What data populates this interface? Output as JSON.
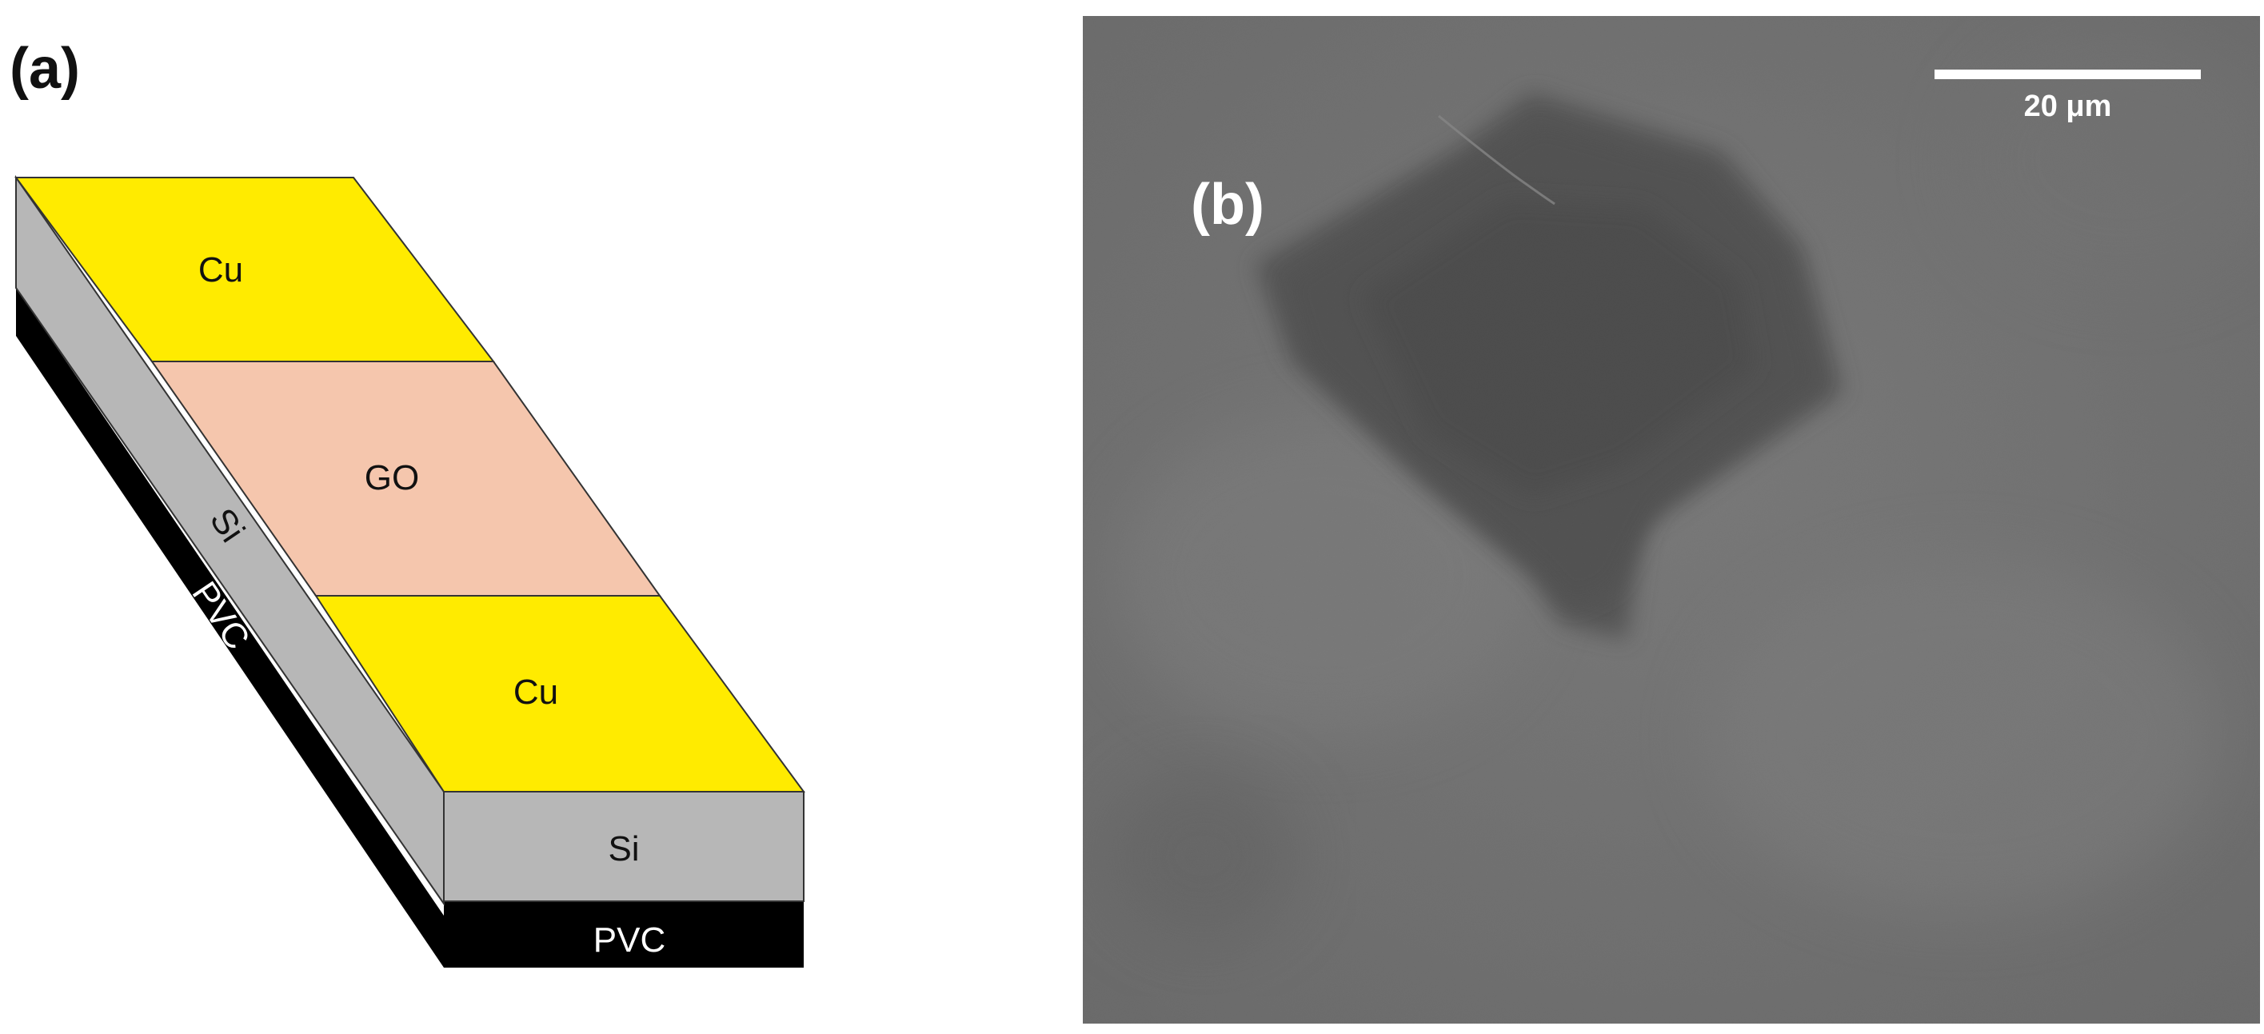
{
  "panel_a": {
    "label": "(a)",
    "layers": {
      "top_cu": "Cu",
      "go": "GO",
      "bottom_cu": "Cu",
      "si_side": "Si",
      "pvc_side": "PVC",
      "si_front": "Si",
      "pvc_front": "PVC"
    },
    "colors": {
      "cu": "#ffeb00",
      "go": "#f5c6ad",
      "si": "#b7b7b7",
      "pvc": "#000000"
    }
  },
  "panel_b": {
    "label": "(b)",
    "scale_bar_label": "20 μm"
  }
}
